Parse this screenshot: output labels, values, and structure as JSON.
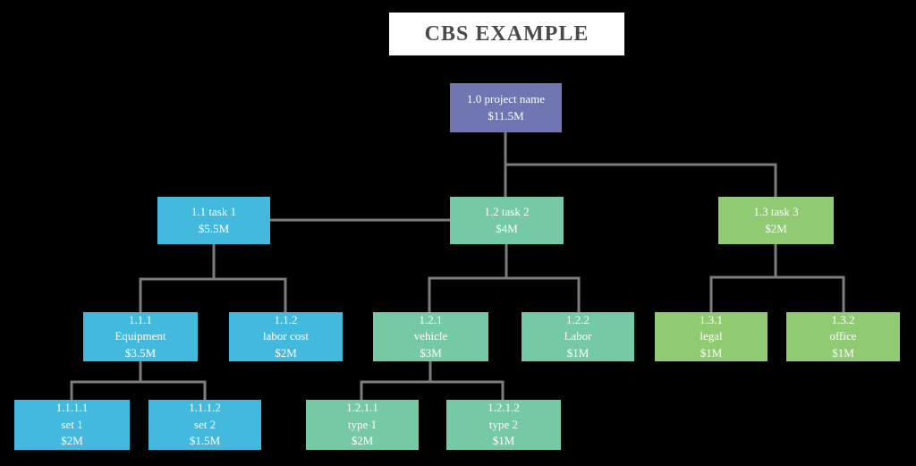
{
  "title": {
    "text": "CBS EXAMPLE"
  },
  "colors": {
    "background": "#000000",
    "title_bg": "#ffffff",
    "title_text": "#4a4a4a",
    "root_node": "#7076b2",
    "branch_task1": "#44b9de",
    "branch_task2": "#75c9a5",
    "branch_task3": "#90ca72",
    "connector": "#7d7d7d",
    "node_text": "#ffffff"
  },
  "nodes": {
    "n1_0": {
      "lines": [
        "1.0 project name",
        "$11.5M"
      ]
    },
    "n1_1": {
      "lines": [
        "1.1 task 1",
        "$5.5M"
      ]
    },
    "n1_2": {
      "lines": [
        "1.2 task 2",
        "$4M"
      ]
    },
    "n1_3": {
      "lines": [
        "1.3 task 3",
        "$2M"
      ]
    },
    "n1_1_1": {
      "lines": [
        "1.1.1",
        "Equipment",
        "$3.5M"
      ]
    },
    "n1_1_2": {
      "lines": [
        "1.1.2",
        "labor cost",
        "$2M"
      ]
    },
    "n1_2_1": {
      "lines": [
        "1.2.1",
        "vehicle",
        "$3M"
      ]
    },
    "n1_2_2": {
      "lines": [
        "1.2.2",
        "Labor",
        "$1M"
      ]
    },
    "n1_3_1": {
      "lines": [
        "1.3.1",
        "legal",
        "$1M"
      ]
    },
    "n1_3_2": {
      "lines": [
        "1.3.2",
        "office",
        "$1M"
      ]
    },
    "n1_1_1_1": {
      "lines": [
        "1.1.1.1",
        "set 1",
        "$2M"
      ]
    },
    "n1_1_1_2": {
      "lines": [
        "1.1.1.2",
        "set 2",
        "$1.5M"
      ]
    },
    "n1_2_1_1": {
      "lines": [
        "1.2.1.1",
        "type 1",
        "$2M"
      ]
    },
    "n1_2_1_2": {
      "lines": [
        "1.2.1.2",
        "type 2",
        "$1M"
      ]
    }
  }
}
